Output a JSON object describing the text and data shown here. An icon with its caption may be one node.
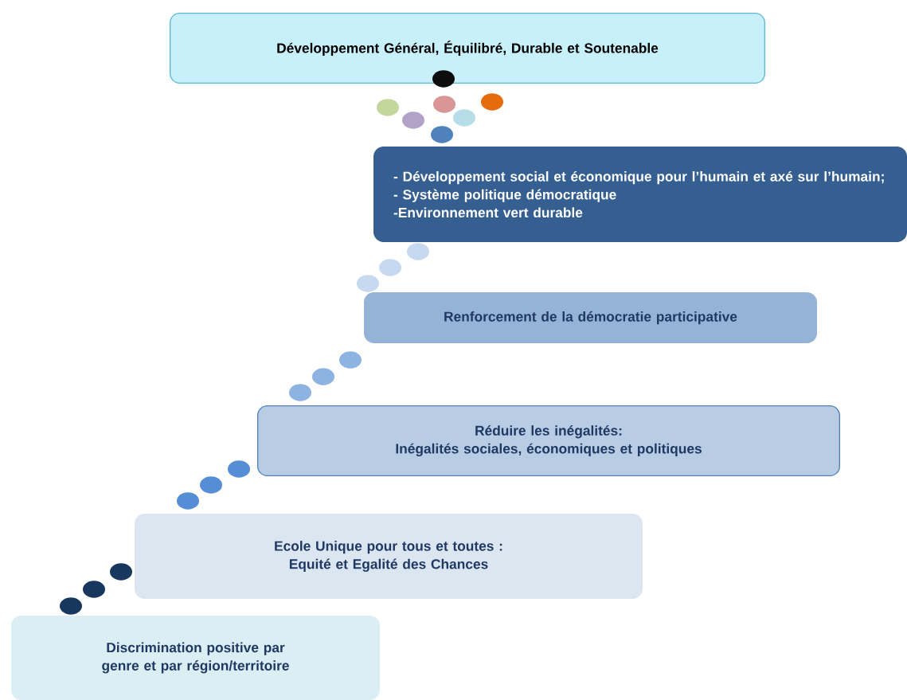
{
  "diagram": {
    "nodes": [
      {
        "text": [
          "Développement Général, Équilibré, Durable et Soutenable"
        ]
      },
      {
        "text": [
          "- Développement social et économique pour l’humain et axé sur l’humain;",
          "- Système politique démocratique",
          "-Environnement vert durable"
        ]
      },
      {
        "text": [
          "Renforcement de la démocratie participative"
        ]
      },
      {
        "text": [
          "Réduire les inégalités:",
          "Inégalités sociales, économiques et politiques"
        ]
      },
      {
        "text": [
          "Ecole Unique pour tous et toutes :",
          "Equité et Egalité des Chances"
        ]
      },
      {
        "text": [
          "Discrimination positive par genre et par région/territoire"
        ]
      }
    ]
  }
}
